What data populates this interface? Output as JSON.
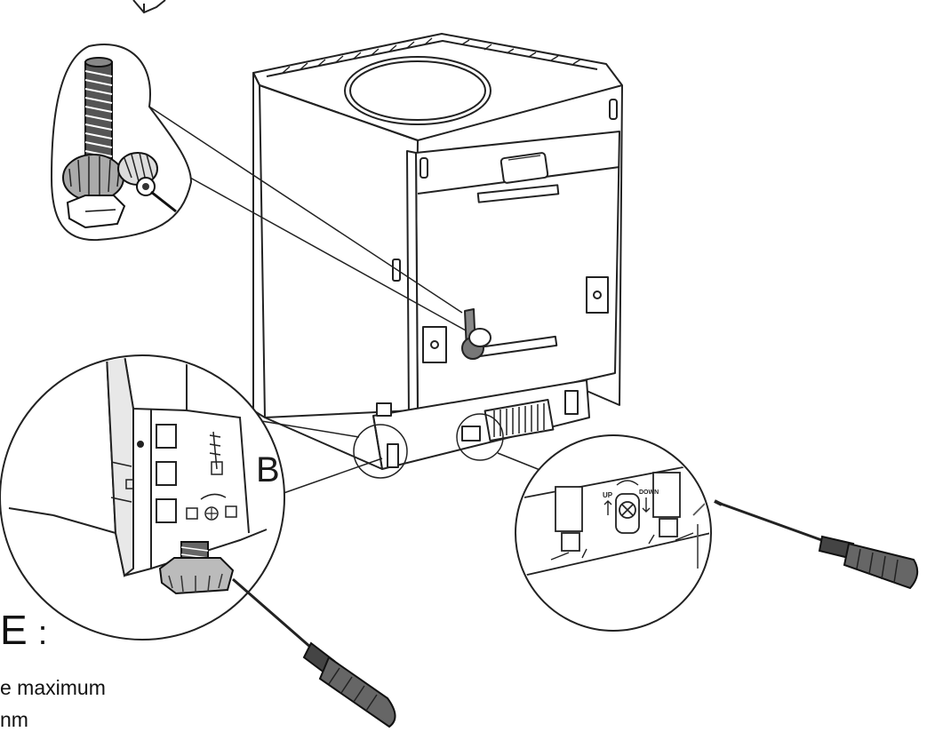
{
  "callouts": {
    "detail_label": "B",
    "label_up": "UP",
    "label_down": "DOWN"
  },
  "note": {
    "heading": "E",
    "heading_suffix": ":",
    "lines": [
      "e maximum",
      "nm"
    ]
  }
}
